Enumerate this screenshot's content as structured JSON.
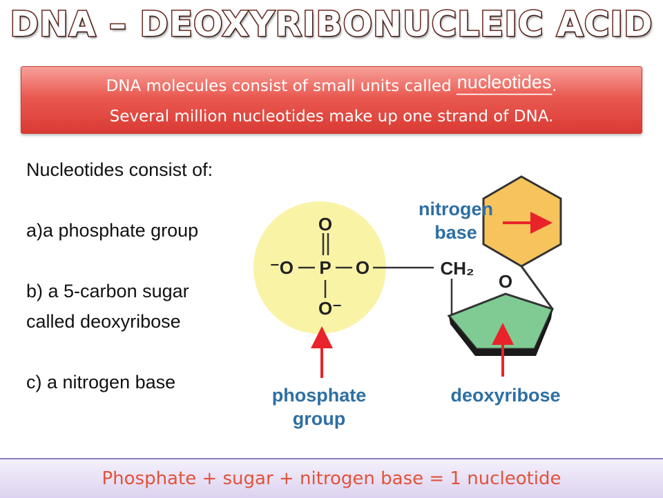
{
  "title": "DNA – Deoxyribonucleic Acid",
  "intro": {
    "line1_start": "DNA molecules consist of small units called ",
    "blank": "____________",
    "answer": "nucleotides",
    "line1_end": ".",
    "line2": "Several million nucleotides make up one strand of DNA."
  },
  "list": {
    "heading": "Nucleotides consist of:",
    "item_a": "a)a phosphate group",
    "item_b_1": "b)  a 5-carbon sugar",
    "item_b_2": "called deoxyribose",
    "item_c": "c)  a nitrogen base"
  },
  "diagram": {
    "phosphate_symbols": {
      "o_top": "O",
      "o_left": "⁻O",
      "p": "P",
      "o_right": "O",
      "o_bottom": "O⁻"
    },
    "ch2": "CH₂",
    "ring_o": "O",
    "label_nitrogen": [
      "nitrogen",
      "base"
    ],
    "label_phosphate": [
      "phosphate",
      "group"
    ],
    "label_deoxyribose": "deoxyribose"
  },
  "summary": "Phosphate + sugar + nitrogen base = 1 nucleotide",
  "colors": {
    "title_outline": "#6a2a23",
    "red_box": "#ea5a51",
    "label_blue": "#2e6fa3",
    "arrow_red": "#e8242a",
    "hexagon": "#f6c35c",
    "pentagon": "#7fcb93",
    "phosphate_circle": "#f9f3a6",
    "summary_text": "#e0533a"
  }
}
